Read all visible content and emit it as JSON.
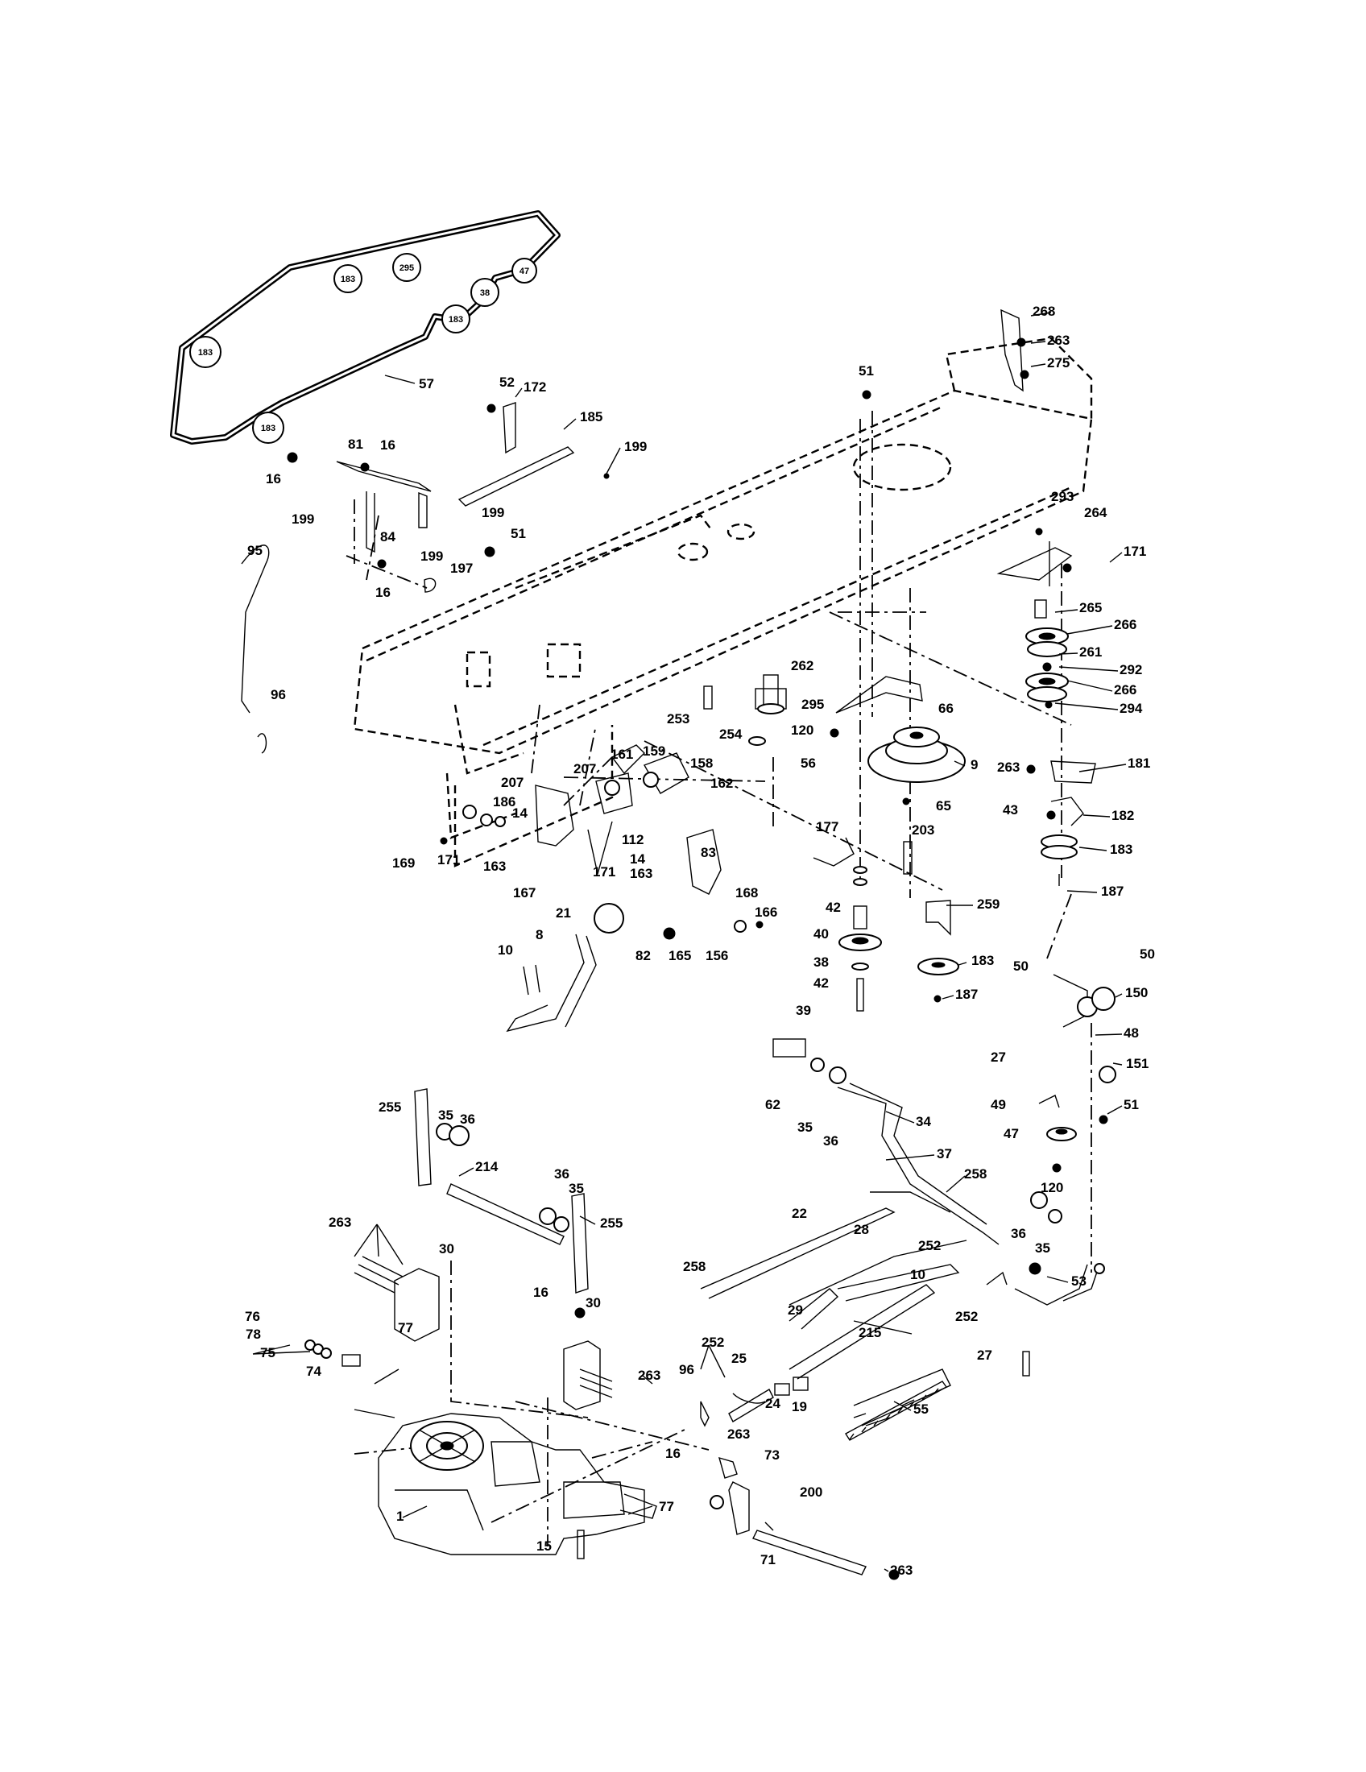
{
  "diagram": {
    "belt_pulley_labels": [
      {
        "id": "belt-pulley-label-183-a",
        "text": "183"
      },
      {
        "id": "belt-pulley-label-295",
        "text": "295"
      },
      {
        "id": "belt-pulley-label-47",
        "text": "47"
      },
      {
        "id": "belt-pulley-label-38",
        "text": "38"
      },
      {
        "id": "belt-pulley-label-183-b",
        "text": "183"
      },
      {
        "id": "belt-pulley-label-183-c",
        "text": "183"
      },
      {
        "id": "belt-pulley-label-183-d",
        "text": "183"
      }
    ],
    "callouts": [
      {
        "id": "callout-57",
        "text": "57"
      },
      {
        "id": "callout-52",
        "text": "52"
      },
      {
        "id": "callout-172",
        "text": "172"
      },
      {
        "id": "callout-185",
        "text": "185"
      },
      {
        "id": "callout-199-a",
        "text": "199"
      },
      {
        "id": "callout-16-a",
        "text": "16"
      },
      {
        "id": "callout-81",
        "text": "81"
      },
      {
        "id": "callout-16-b",
        "text": "16"
      },
      {
        "id": "callout-199-b",
        "text": "199"
      },
      {
        "id": "callout-84",
        "text": "84"
      },
      {
        "id": "callout-199-c",
        "text": "199"
      },
      {
        "id": "callout-199-d",
        "text": "199"
      },
      {
        "id": "callout-51-a",
        "text": "51"
      },
      {
        "id": "callout-197",
        "text": "197"
      },
      {
        "id": "callout-16-c",
        "text": "16"
      },
      {
        "id": "callout-95",
        "text": "95"
      },
      {
        "id": "callout-96-a",
        "text": "96"
      },
      {
        "id": "callout-51-b",
        "text": "51"
      },
      {
        "id": "callout-268",
        "text": "268"
      },
      {
        "id": "callout-263-a",
        "text": "263"
      },
      {
        "id": "callout-275",
        "text": "275"
      },
      {
        "id": "callout-293",
        "text": "293"
      },
      {
        "id": "callout-264",
        "text": "264"
      },
      {
        "id": "callout-171-a",
        "text": "171"
      },
      {
        "id": "callout-265",
        "text": "265"
      },
      {
        "id": "callout-266-a",
        "text": "266"
      },
      {
        "id": "callout-261",
        "text": "261"
      },
      {
        "id": "callout-292",
        "text": "292"
      },
      {
        "id": "callout-266-b",
        "text": "266"
      },
      {
        "id": "callout-294",
        "text": "294"
      },
      {
        "id": "callout-262",
        "text": "262"
      },
      {
        "id": "callout-295",
        "text": "295"
      },
      {
        "id": "callout-120-a",
        "text": "120"
      },
      {
        "id": "callout-66",
        "text": "66"
      },
      {
        "id": "callout-253",
        "text": "253"
      },
      {
        "id": "callout-254",
        "text": "254"
      },
      {
        "id": "callout-56",
        "text": "56"
      },
      {
        "id": "callout-9",
        "text": "9"
      },
      {
        "id": "callout-263-b",
        "text": "263"
      },
      {
        "id": "callout-181",
        "text": "181"
      },
      {
        "id": "callout-161",
        "text": "161"
      },
      {
        "id": "callout-159",
        "text": "159"
      },
      {
        "id": "callout-158",
        "text": "158"
      },
      {
        "id": "callout-207-a",
        "text": "207"
      },
      {
        "id": "callout-207-b",
        "text": "207"
      },
      {
        "id": "callout-162",
        "text": "162"
      },
      {
        "id": "callout-65",
        "text": "65"
      },
      {
        "id": "callout-43",
        "text": "43"
      },
      {
        "id": "callout-182",
        "text": "182"
      },
      {
        "id": "callout-186",
        "text": "186"
      },
      {
        "id": "callout-14-a",
        "text": "14"
      },
      {
        "id": "callout-112",
        "text": "112"
      },
      {
        "id": "callout-14-b",
        "text": "14"
      },
      {
        "id": "callout-83",
        "text": "83"
      },
      {
        "id": "callout-177",
        "text": "177"
      },
      {
        "id": "callout-203",
        "text": "203"
      },
      {
        "id": "callout-183-a",
        "text": "183"
      },
      {
        "id": "callout-169",
        "text": "169"
      },
      {
        "id": "callout-171-b",
        "text": "171"
      },
      {
        "id": "callout-163-a",
        "text": "163"
      },
      {
        "id": "callout-171-c",
        "text": "171"
      },
      {
        "id": "callout-163-b",
        "text": "163"
      },
      {
        "id": "callout-167",
        "text": "167"
      },
      {
        "id": "callout-187-a",
        "text": "187"
      },
      {
        "id": "callout-168",
        "text": "168"
      },
      {
        "id": "callout-166",
        "text": "166"
      },
      {
        "id": "callout-42-a",
        "text": "42"
      },
      {
        "id": "callout-259",
        "text": "259"
      },
      {
        "id": "callout-21",
        "text": "21"
      },
      {
        "id": "callout-8",
        "text": "8"
      },
      {
        "id": "callout-40",
        "text": "40"
      },
      {
        "id": "callout-10-a",
        "text": "10"
      },
      {
        "id": "callout-82",
        "text": "82"
      },
      {
        "id": "callout-165",
        "text": "165"
      },
      {
        "id": "callout-156",
        "text": "156"
      },
      {
        "id": "callout-38",
        "text": "38"
      },
      {
        "id": "callout-183-b",
        "text": "183"
      },
      {
        "id": "callout-42-b",
        "text": "42"
      },
      {
        "id": "callout-50-a",
        "text": "50"
      },
      {
        "id": "callout-50-b",
        "text": "50"
      },
      {
        "id": "callout-187-b",
        "text": "187"
      },
      {
        "id": "callout-150",
        "text": "150"
      },
      {
        "id": "callout-39",
        "text": "39"
      },
      {
        "id": "callout-48",
        "text": "48"
      },
      {
        "id": "callout-27-a",
        "text": "27"
      },
      {
        "id": "callout-151",
        "text": "151"
      },
      {
        "id": "callout-62",
        "text": "62"
      },
      {
        "id": "callout-35-a",
        "text": "35"
      },
      {
        "id": "callout-36-a",
        "text": "36"
      },
      {
        "id": "callout-34",
        "text": "34"
      },
      {
        "id": "callout-49",
        "text": "49"
      },
      {
        "id": "callout-51-c",
        "text": "51"
      },
      {
        "id": "callout-47",
        "text": "47"
      },
      {
        "id": "callout-255-a",
        "text": "255"
      },
      {
        "id": "callout-35-b",
        "text": "35"
      },
      {
        "id": "callout-36-b",
        "text": "36"
      },
      {
        "id": "callout-37",
        "text": "37"
      },
      {
        "id": "callout-214",
        "text": "214"
      },
      {
        "id": "callout-258-a",
        "text": "258"
      },
      {
        "id": "callout-120-b",
        "text": "120"
      },
      {
        "id": "callout-36-c",
        "text": "36"
      },
      {
        "id": "callout-35-c",
        "text": "35"
      },
      {
        "id": "callout-255-b",
        "text": "255"
      },
      {
        "id": "callout-263-c",
        "text": "263"
      },
      {
        "id": "callout-22",
        "text": "22"
      },
      {
        "id": "callout-28",
        "text": "28"
      },
      {
        "id": "callout-36-d",
        "text": "36"
      },
      {
        "id": "callout-35-d",
        "text": "35"
      },
      {
        "id": "callout-30-a",
        "text": "30"
      },
      {
        "id": "callout-252-a",
        "text": "252"
      },
      {
        "id": "callout-258-b",
        "text": "258"
      },
      {
        "id": "callout-10-b",
        "text": "10"
      },
      {
        "id": "callout-53",
        "text": "53"
      },
      {
        "id": "callout-16-d",
        "text": "16"
      },
      {
        "id": "callout-30-b",
        "text": "30"
      },
      {
        "id": "callout-29",
        "text": "29"
      },
      {
        "id": "callout-252-b",
        "text": "252"
      },
      {
        "id": "callout-76",
        "text": "76"
      },
      {
        "id": "callout-78",
        "text": "78"
      },
      {
        "id": "callout-77-a",
        "text": "77"
      },
      {
        "id": "callout-75",
        "text": "75"
      },
      {
        "id": "callout-215",
        "text": "215"
      },
      {
        "id": "callout-27-b",
        "text": "27"
      },
      {
        "id": "callout-74",
        "text": "74"
      },
      {
        "id": "callout-252-c",
        "text": "252"
      },
      {
        "id": "callout-25",
        "text": "25"
      },
      {
        "id": "callout-263-d",
        "text": "263"
      },
      {
        "id": "callout-96-b",
        "text": "96"
      },
      {
        "id": "callout-24",
        "text": "24"
      },
      {
        "id": "callout-19",
        "text": "19"
      },
      {
        "id": "callout-55",
        "text": "55"
      },
      {
        "id": "callout-263-e",
        "text": "263"
      },
      {
        "id": "callout-73",
        "text": "73"
      },
      {
        "id": "callout-16-e",
        "text": "16"
      },
      {
        "id": "callout-77-b",
        "text": "77"
      },
      {
        "id": "callout-1",
        "text": "1"
      },
      {
        "id": "callout-200",
        "text": "200"
      },
      {
        "id": "callout-15",
        "text": "15"
      },
      {
        "id": "callout-71",
        "text": "71"
      },
      {
        "id": "callout-263-f",
        "text": "263"
      }
    ]
  }
}
